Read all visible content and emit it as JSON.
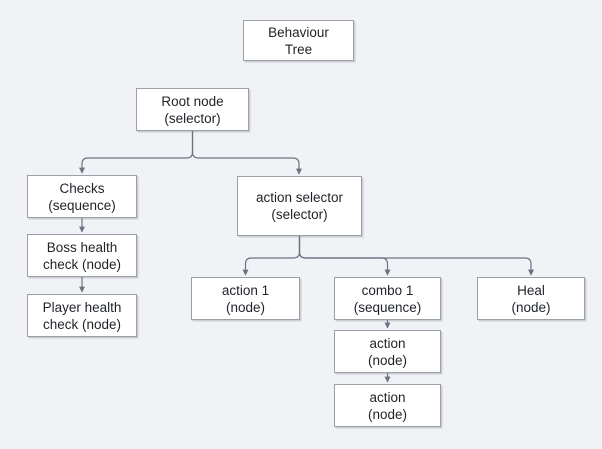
{
  "diagram": {
    "title": "Behaviour Tree",
    "background_color": "#f0f2f5",
    "node_fill": "#ffffff",
    "node_border_color": "#9aa0a6",
    "edge_color": "#6b7280",
    "text_color": "#1f2328",
    "nodes": [
      {
        "id": "title",
        "line1": "Behaviour",
        "line2": "Tree"
      },
      {
        "id": "root",
        "line1": "Root node",
        "line2": "(selector)"
      },
      {
        "id": "checks",
        "line1": "Checks",
        "line2": "(sequence)"
      },
      {
        "id": "boss_health",
        "line1": "Boss health",
        "line2": "check (node)"
      },
      {
        "id": "player_health",
        "line1": "Player health",
        "line2": "check (node)"
      },
      {
        "id": "action_selector",
        "line1": "action selector",
        "line2": "(selector)"
      },
      {
        "id": "action_1",
        "line1": "action 1",
        "line2": "(node)"
      },
      {
        "id": "combo_1",
        "line1": "combo 1",
        "line2": "(sequence)"
      },
      {
        "id": "heal",
        "line1": "Heal",
        "line2": "(node)"
      },
      {
        "id": "combo_action_1",
        "line1": "action",
        "line2": "(node)"
      },
      {
        "id": "combo_action_2",
        "line1": "action",
        "line2": "(node)"
      }
    ],
    "edges": [
      {
        "from": "root",
        "to": "checks"
      },
      {
        "from": "root",
        "to": "action_selector"
      },
      {
        "from": "checks",
        "to": "boss_health"
      },
      {
        "from": "boss_health",
        "to": "player_health"
      },
      {
        "from": "action_selector",
        "to": "action_1"
      },
      {
        "from": "action_selector",
        "to": "combo_1"
      },
      {
        "from": "action_selector",
        "to": "heal"
      },
      {
        "from": "combo_1",
        "to": "combo_action_1"
      },
      {
        "from": "combo_action_1",
        "to": "combo_action_2"
      }
    ]
  }
}
